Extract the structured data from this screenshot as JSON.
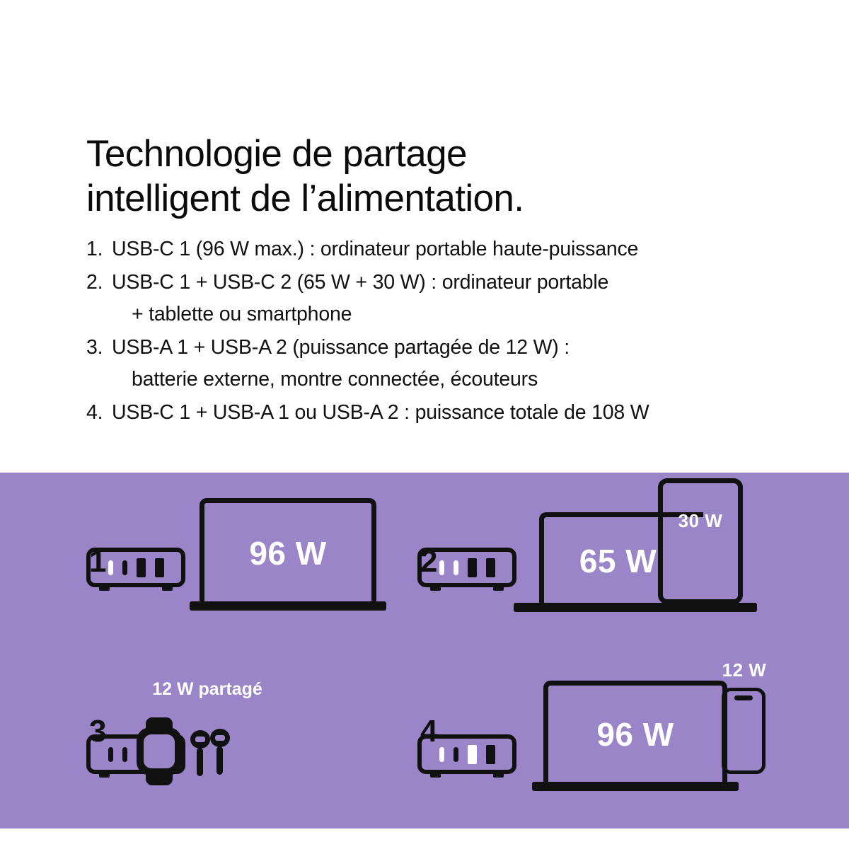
{
  "headline": {
    "line1": "Technologie de partage",
    "line2": "intelligent de l’alimentation."
  },
  "spec_list": [
    {
      "number": "1.",
      "text": "USB-C 1 (96 W max.) : ordinateur portable haute-puissance",
      "continuation": ""
    },
    {
      "number": "2.",
      "text": "USB-C 1 + USB-C 2 (65 W + 30 W) : ordinateur portable",
      "continuation": "+ tablette ou smartphone"
    },
    {
      "number": "3.",
      "text": "USB-A 1 + USB-A 2 (puissance partagée de 12 W) :",
      "continuation": "batterie externe, montre connectée, écouteurs"
    },
    {
      "number": "4.",
      "text": "USB-C 1 + USB-A 1 ou USB-A 2 : puissance totale de 108 W",
      "continuation": ""
    }
  ],
  "diagrams": [
    {
      "index": "1",
      "ports": [
        "active",
        "off",
        "off",
        "off"
      ],
      "port_types": [
        "usbc",
        "usbc",
        "usba",
        "usba"
      ],
      "laptop_wattage": "96 W"
    },
    {
      "index": "2",
      "ports": [
        "active",
        "active",
        "off",
        "off"
      ],
      "port_types": [
        "usbc",
        "usbc",
        "usba",
        "usba"
      ],
      "laptop_wattage": "65 W",
      "tablet_wattage": "30 W"
    },
    {
      "index": "3",
      "ports": [
        "off",
        "off",
        "active",
        "active"
      ],
      "port_types": [
        "usbc",
        "usbc",
        "usba",
        "usba"
      ],
      "shared_label": "12 W partagé"
    },
    {
      "index": "4",
      "ports": [
        "active",
        "off",
        "active",
        "off"
      ],
      "port_types": [
        "usbc",
        "usbc",
        "usba",
        "usba"
      ],
      "laptop_wattage": "96 W",
      "phone_wattage": "12 W"
    }
  ],
  "colors": {
    "panel_purple": "#9a85c8",
    "ink": "#111111",
    "highlight": "#ffffff"
  }
}
